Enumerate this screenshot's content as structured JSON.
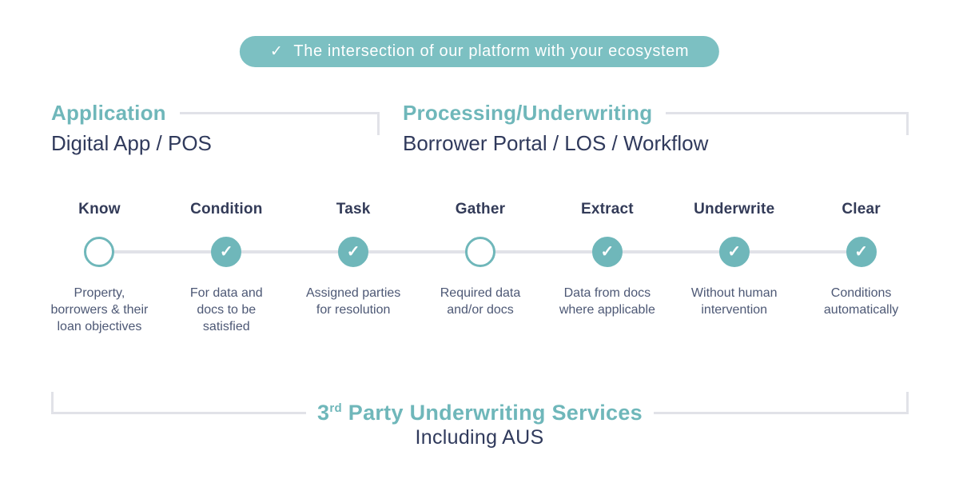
{
  "banner": {
    "check_icon": "✓",
    "text": "The intersection of our platform with your ecosystem"
  },
  "sections": [
    {
      "title": "Application",
      "subtitle": "Digital App / POS"
    },
    {
      "title": "Processing/Underwriting",
      "subtitle": "Borrower Portal / LOS / Workflow"
    }
  ],
  "steps": [
    {
      "label": "Know",
      "status": "open",
      "check_glyph": "",
      "description": "Property, borrowers & their loan objectives"
    },
    {
      "label": "Condition",
      "status": "checked",
      "check_glyph": "✓",
      "description": "For data and docs to be satisfied"
    },
    {
      "label": "Task",
      "status": "checked",
      "check_glyph": "✓",
      "description": "Assigned parties for resolution"
    },
    {
      "label": "Gather",
      "status": "open",
      "check_glyph": "",
      "description": "Required data and/or docs"
    },
    {
      "label": "Extract",
      "status": "checked",
      "check_glyph": "✓",
      "description": "Data from docs where applicable"
    },
    {
      "label": "Underwrite",
      "status": "checked",
      "check_glyph": "✓",
      "description": "Without human intervention"
    },
    {
      "label": "Clear",
      "status": "checked",
      "check_glyph": "✓",
      "description": "Conditions automatically"
    }
  ],
  "footer": {
    "title_prefix": "3",
    "title_superscript": "rd",
    "title_rest": " Party Underwriting Services",
    "subtitle": "Including AUS"
  },
  "colors": {
    "accent_teal": "#6fb7ba",
    "banner_teal": "#7cc0c2",
    "navy": "#303a5c",
    "step_navy": "#333b58",
    "desc_gray": "#4d5875",
    "line_gray": "#e1e2e8"
  }
}
